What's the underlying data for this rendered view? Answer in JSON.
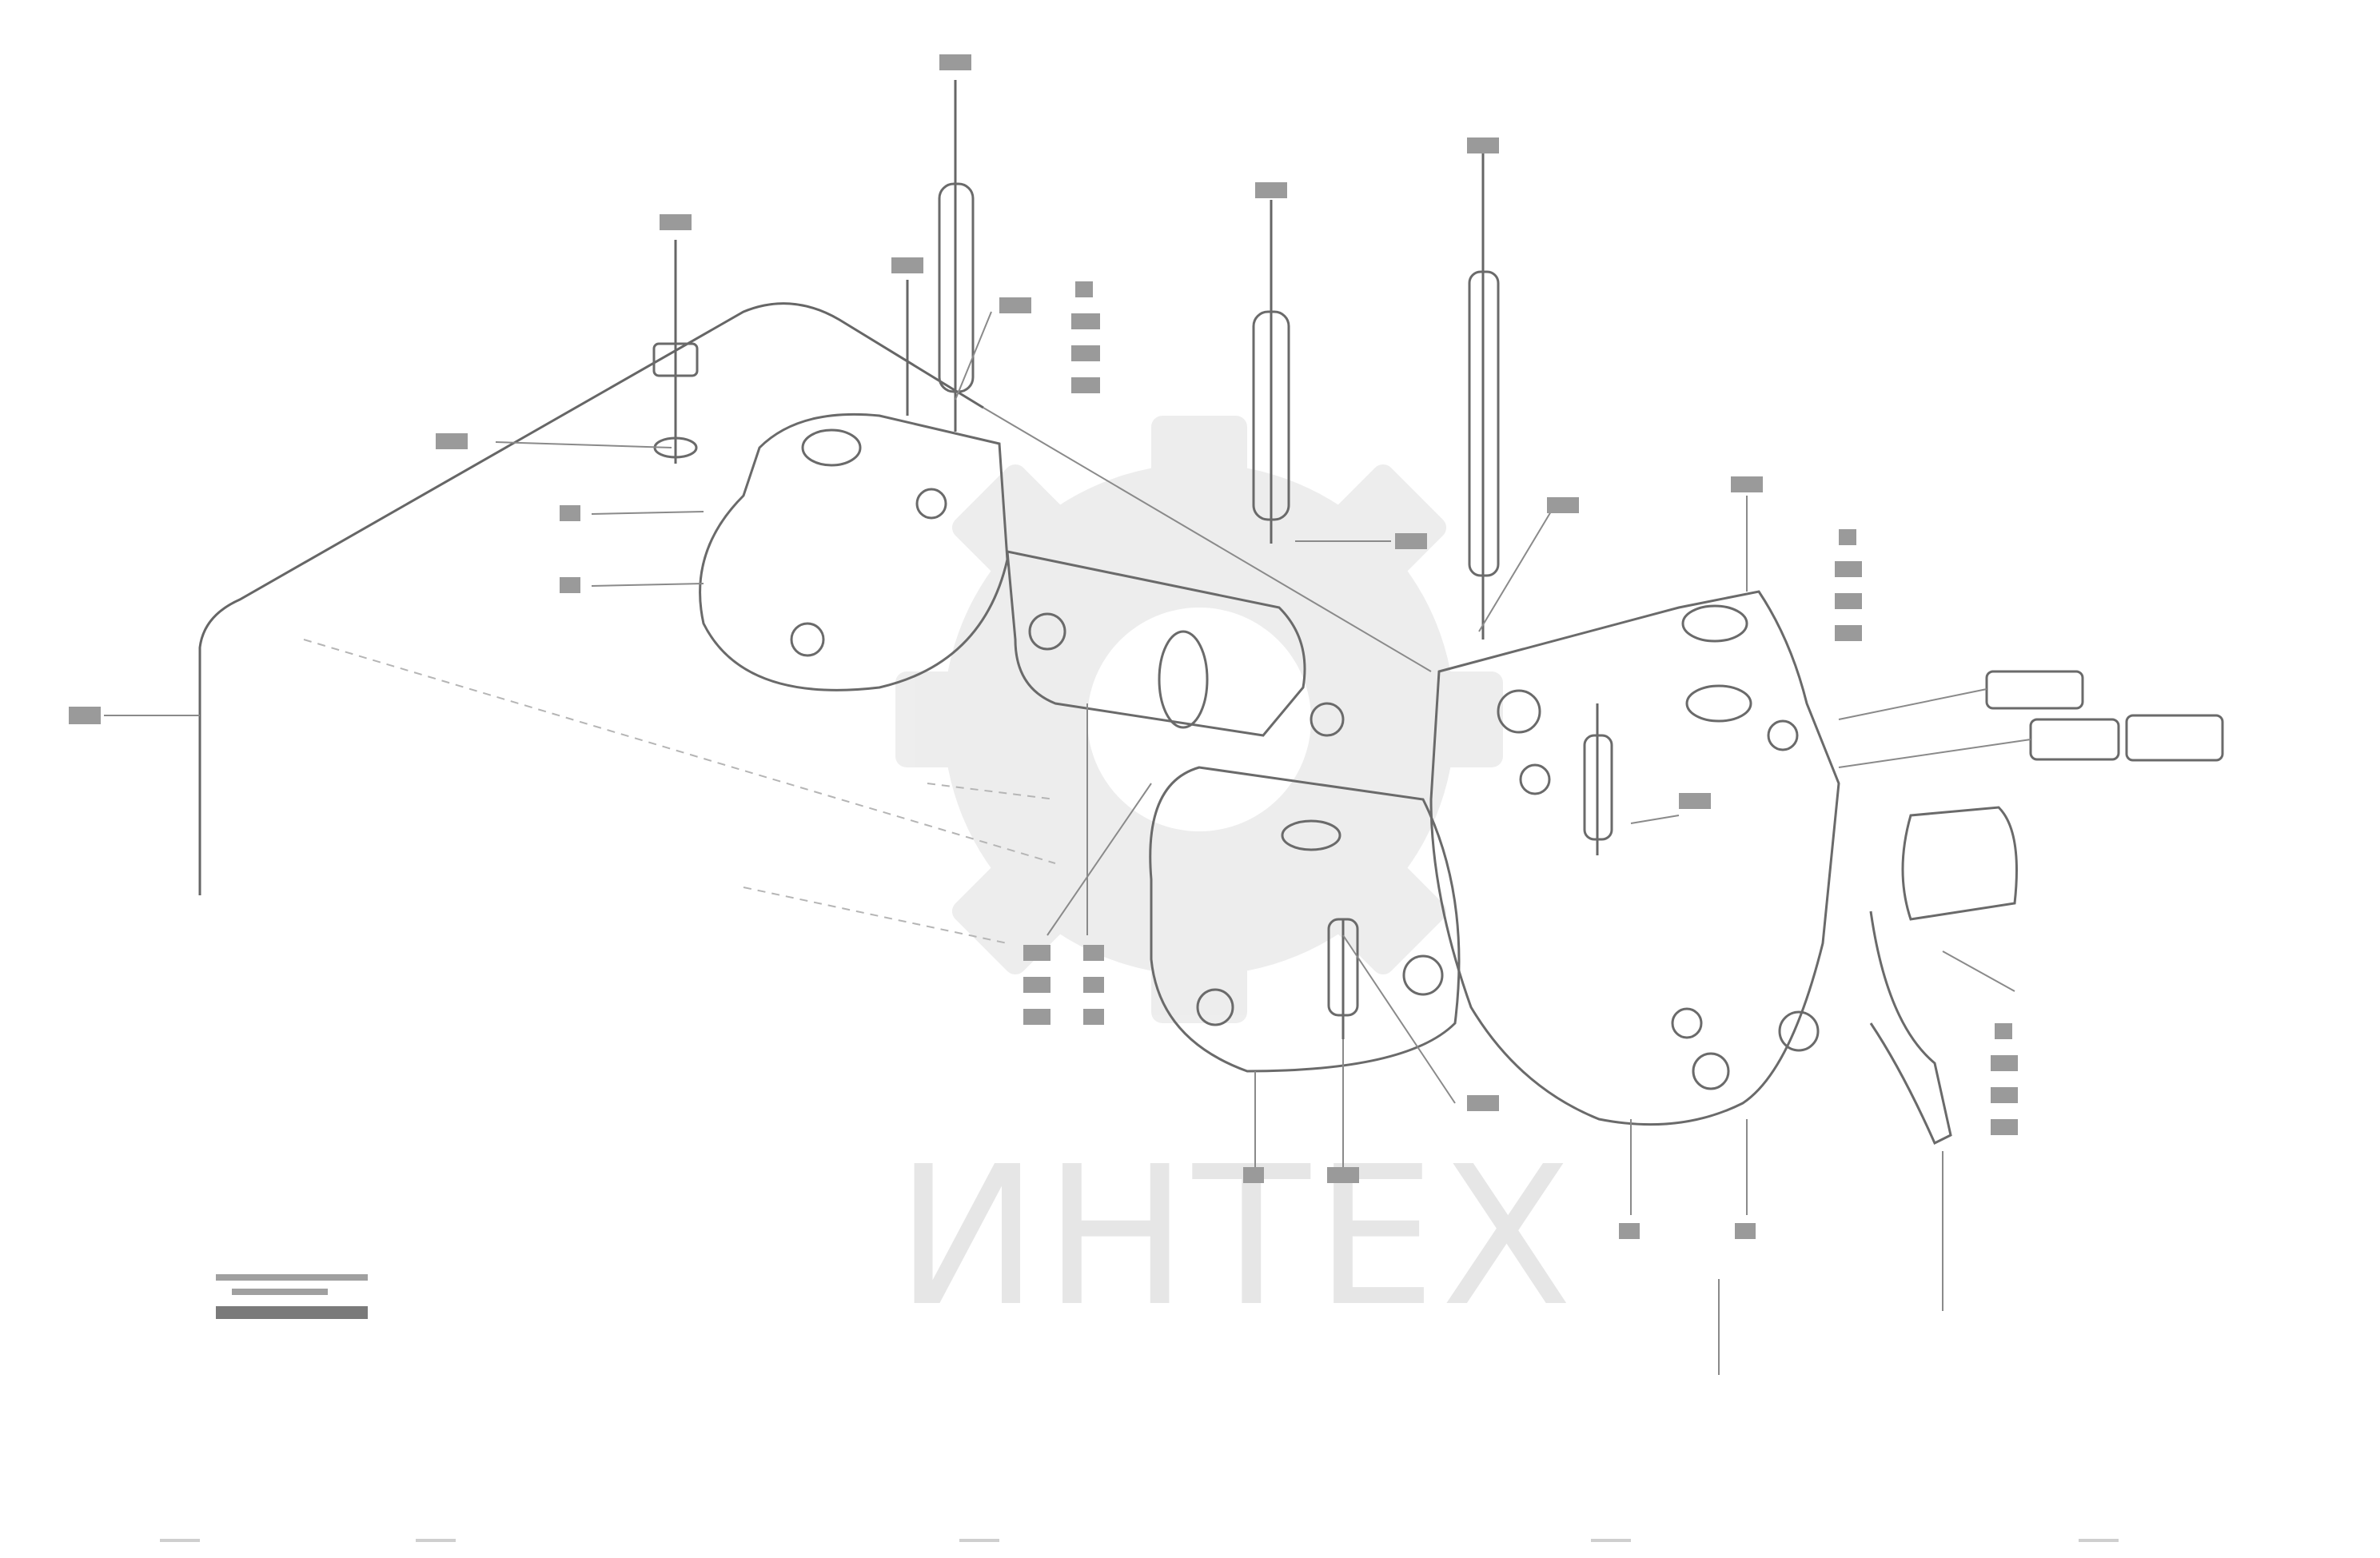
{
  "watermark": {
    "text": "ИНТЕХ",
    "color": "#e6e6e6"
  },
  "drawing_ref": {
    "line1": "",
    "line2": "",
    "code": ""
  },
  "callouts": [
    {
      "id": "c-top-left-pipe",
      "text": ""
    },
    {
      "id": "c-top-center-bolt",
      "text": ""
    },
    {
      "id": "c-top-right-bolt",
      "text": ""
    },
    {
      "id": "c-mid-bolt",
      "text": ""
    },
    {
      "id": "c-left-pipe-end",
      "text": ""
    },
    {
      "id": "c-upper-right-block",
      "text": ""
    }
  ],
  "colors": {
    "line": "#666666",
    "watermark": "#e6e6e6",
    "background": "#ffffff"
  }
}
